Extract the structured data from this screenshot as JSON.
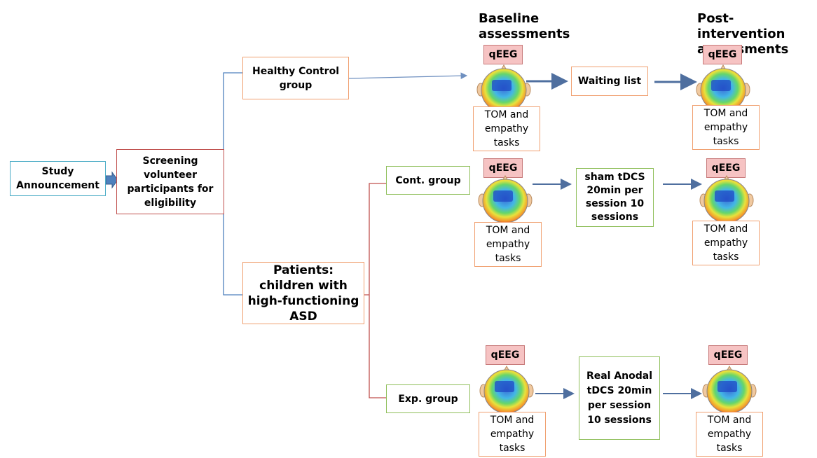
{
  "headers": {
    "baseline": "Baseline assessments",
    "post": "Post-intervention assessments"
  },
  "flow": {
    "study": "Study Announcement",
    "screening": "Screening volunteer participants for eligibility",
    "healthy_control": "Healthy Control group",
    "patients": "Patients: children with high-functioning ASD",
    "cont_group": "Cont. group",
    "exp_group": "Exp. group"
  },
  "interventions": {
    "waiting": "Waiting list",
    "sham": "sham tDCS 20min per session 10 sessions",
    "real": "Real Anodal tDCS 20min per session 10 sessions"
  },
  "assessment": {
    "qeeg": "qEEG",
    "tasks": "TOM and empathy tasks"
  },
  "colors": {
    "connector_blue": "#4f81bd",
    "connector_red": "#c0504d",
    "arrow": "#4f6f9f",
    "box_red": "#c0504d",
    "box_orange": "#f0a070",
    "box_green": "#8fbf5a",
    "box_teal": "#4bacc6",
    "qeeg_fill": "#f6c3c3"
  }
}
